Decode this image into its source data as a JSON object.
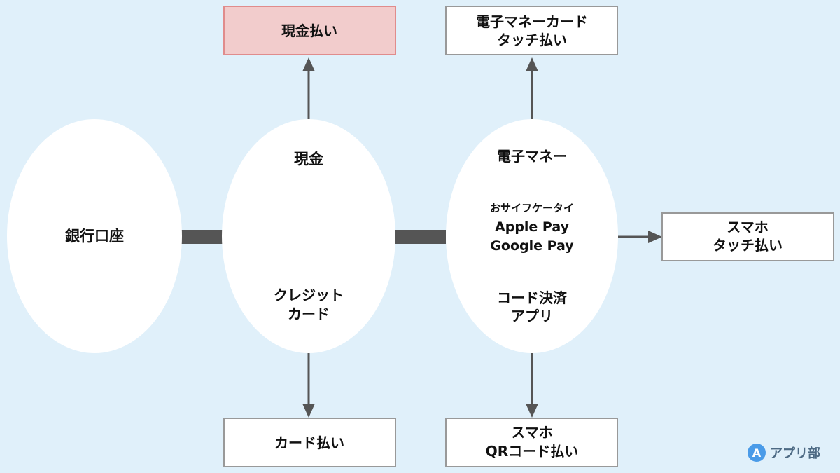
{
  "colors": {
    "background": "#e0f0fa",
    "node_fill": "#ffffff",
    "box_border": "#999999",
    "highlight_fill": "#f2cccc",
    "highlight_border": "#e08c8c",
    "connector": "#555555",
    "logo": "#4a9be8"
  },
  "nodes": {
    "bank_account": "銀行口座",
    "cash": "現金",
    "credit_card": [
      "クレジット",
      "カード"
    ],
    "e_money": "電子マネー",
    "wallets": [
      "おサイフケータイ",
      "Apple Pay",
      "Google Pay"
    ],
    "code_payment": [
      "コード決済",
      "アプリ"
    ]
  },
  "outputs": {
    "cash_payment": [
      "現金払い"
    ],
    "e_money_card": [
      "電子マネーカード",
      "タッチ払い"
    ],
    "phone_touch": [
      "スマホ",
      "タッチ払い"
    ],
    "card_payment": [
      "カード払い"
    ],
    "phone_qr": [
      "スマホ",
      "QRコード払い"
    ]
  },
  "logo": {
    "mark": "A",
    "text": "アプリ部",
    "mark_icon": "letter-a-circle-icon"
  }
}
